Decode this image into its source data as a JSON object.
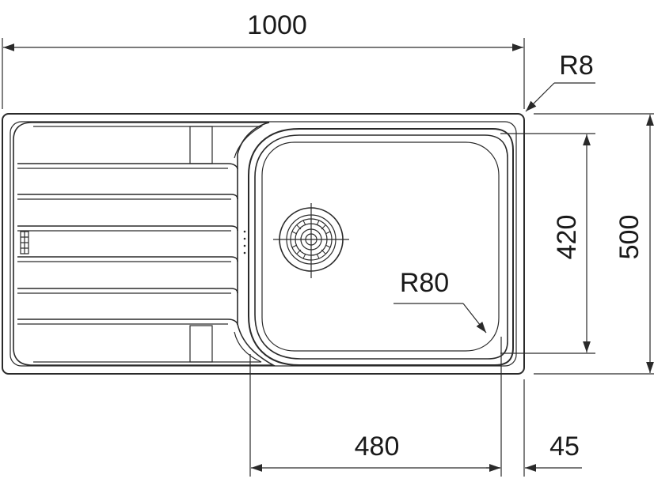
{
  "dimensions": {
    "overall_width": "1000",
    "overall_depth": "500",
    "bowl_depth": "420",
    "bowl_width": "480",
    "rim_offset": "45",
    "corner_radius": "R8",
    "bowl_radius": "R80"
  }
}
